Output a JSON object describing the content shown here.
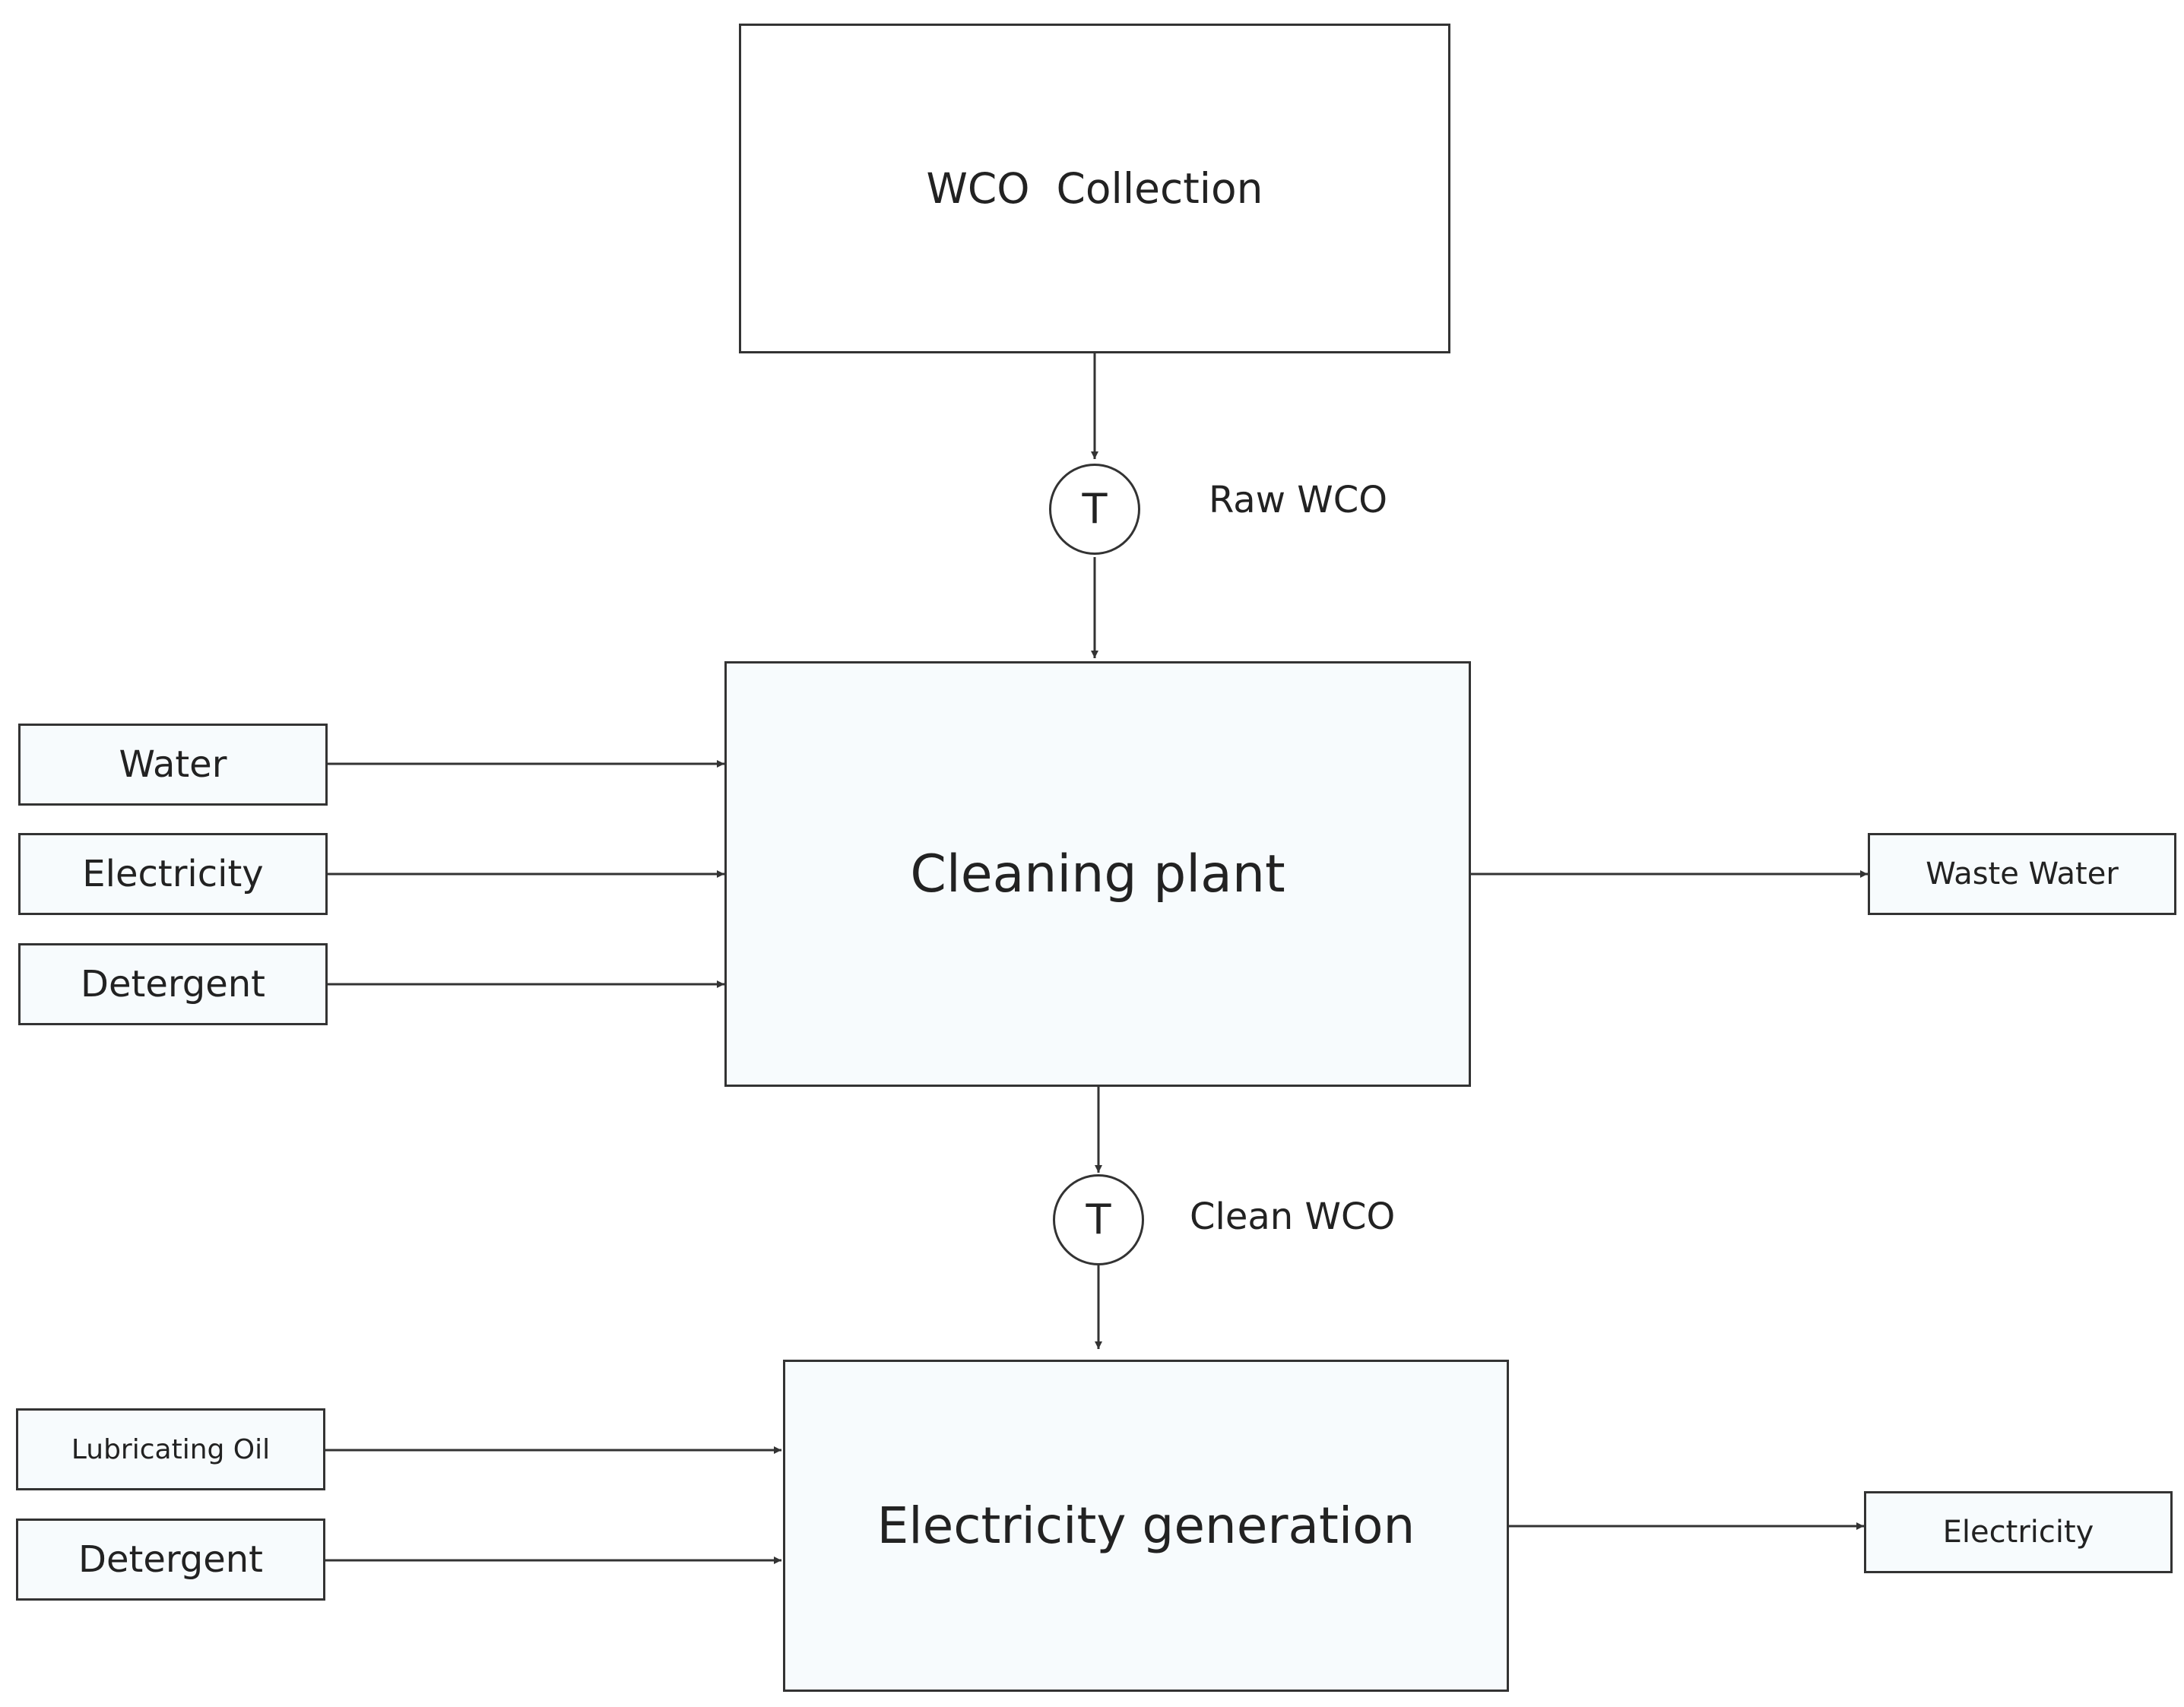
{
  "nodes": {
    "wco_collection": "WCO  Collection",
    "cleaning_plant": "Cleaning plant",
    "electricity_generation": "Electricity generation"
  },
  "cleaning_inputs": [
    "Water",
    "Electricity",
    "Detergent"
  ],
  "cleaning_output": "Waste Water",
  "generation_inputs": [
    "Lubricating Oil",
    "Detergent"
  ],
  "generation_output": "Electricity",
  "transport": {
    "symbol": "T",
    "raw_label": "Raw WCO",
    "clean_label": "Clean WCO"
  },
  "colors": {
    "stroke": "#333333",
    "text": "#222222",
    "box_fill": "#f7fbfd"
  }
}
